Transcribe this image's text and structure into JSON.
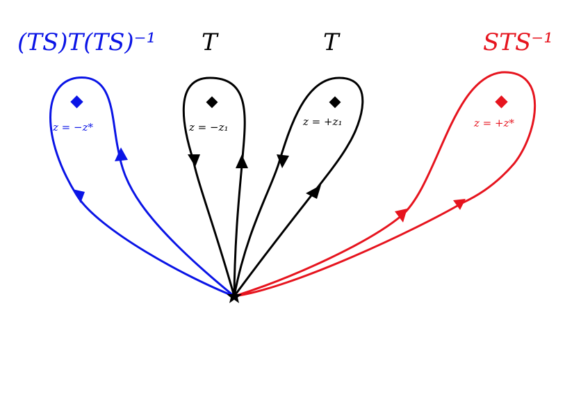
{
  "colors": {
    "blue": "#0a14e6",
    "black": "#000000",
    "red": "#e6141e"
  },
  "loops": [
    {
      "id": "blue",
      "operator_label": "(TS)T(TS)⁻¹",
      "point_label": "z = −z*",
      "color": "#0a14e6"
    },
    {
      "id": "black-left",
      "operator_label": "T",
      "point_label": "z = −z₁",
      "color": "#000000"
    },
    {
      "id": "black-right",
      "operator_label": "T",
      "point_label": "z = +z₁",
      "color": "#000000"
    },
    {
      "id": "red",
      "operator_label": "STS⁻¹",
      "point_label": "z = +z*",
      "color": "#e6141e"
    }
  ],
  "base_point": {
    "marker": "star"
  }
}
